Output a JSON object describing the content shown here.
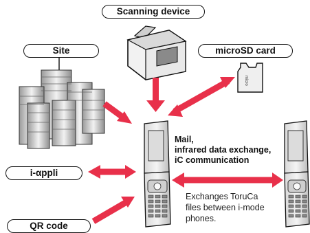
{
  "labels": {
    "scanning_device": "Scanning device",
    "site": "Site",
    "microsd_card": "microSD card",
    "i_appli": "i-αppli",
    "qr_code": "QR code",
    "mail_lines": [
      "Mail,",
      "infrared data exchange,",
      "iC communication"
    ],
    "exchange_lines": [
      "Exchanges ToruCa",
      "files between i-mode",
      "phones."
    ]
  },
  "colors": {
    "arrow": "#e8304a",
    "outline": "#111111",
    "gray_light": "#e6e6e6",
    "gray_mid": "#bdbdbd",
    "gray_dark": "#8c8c8c"
  },
  "icons": [
    "scanner-icon",
    "buildings-icon",
    "microsd-card-icon",
    "phone-icon"
  ]
}
